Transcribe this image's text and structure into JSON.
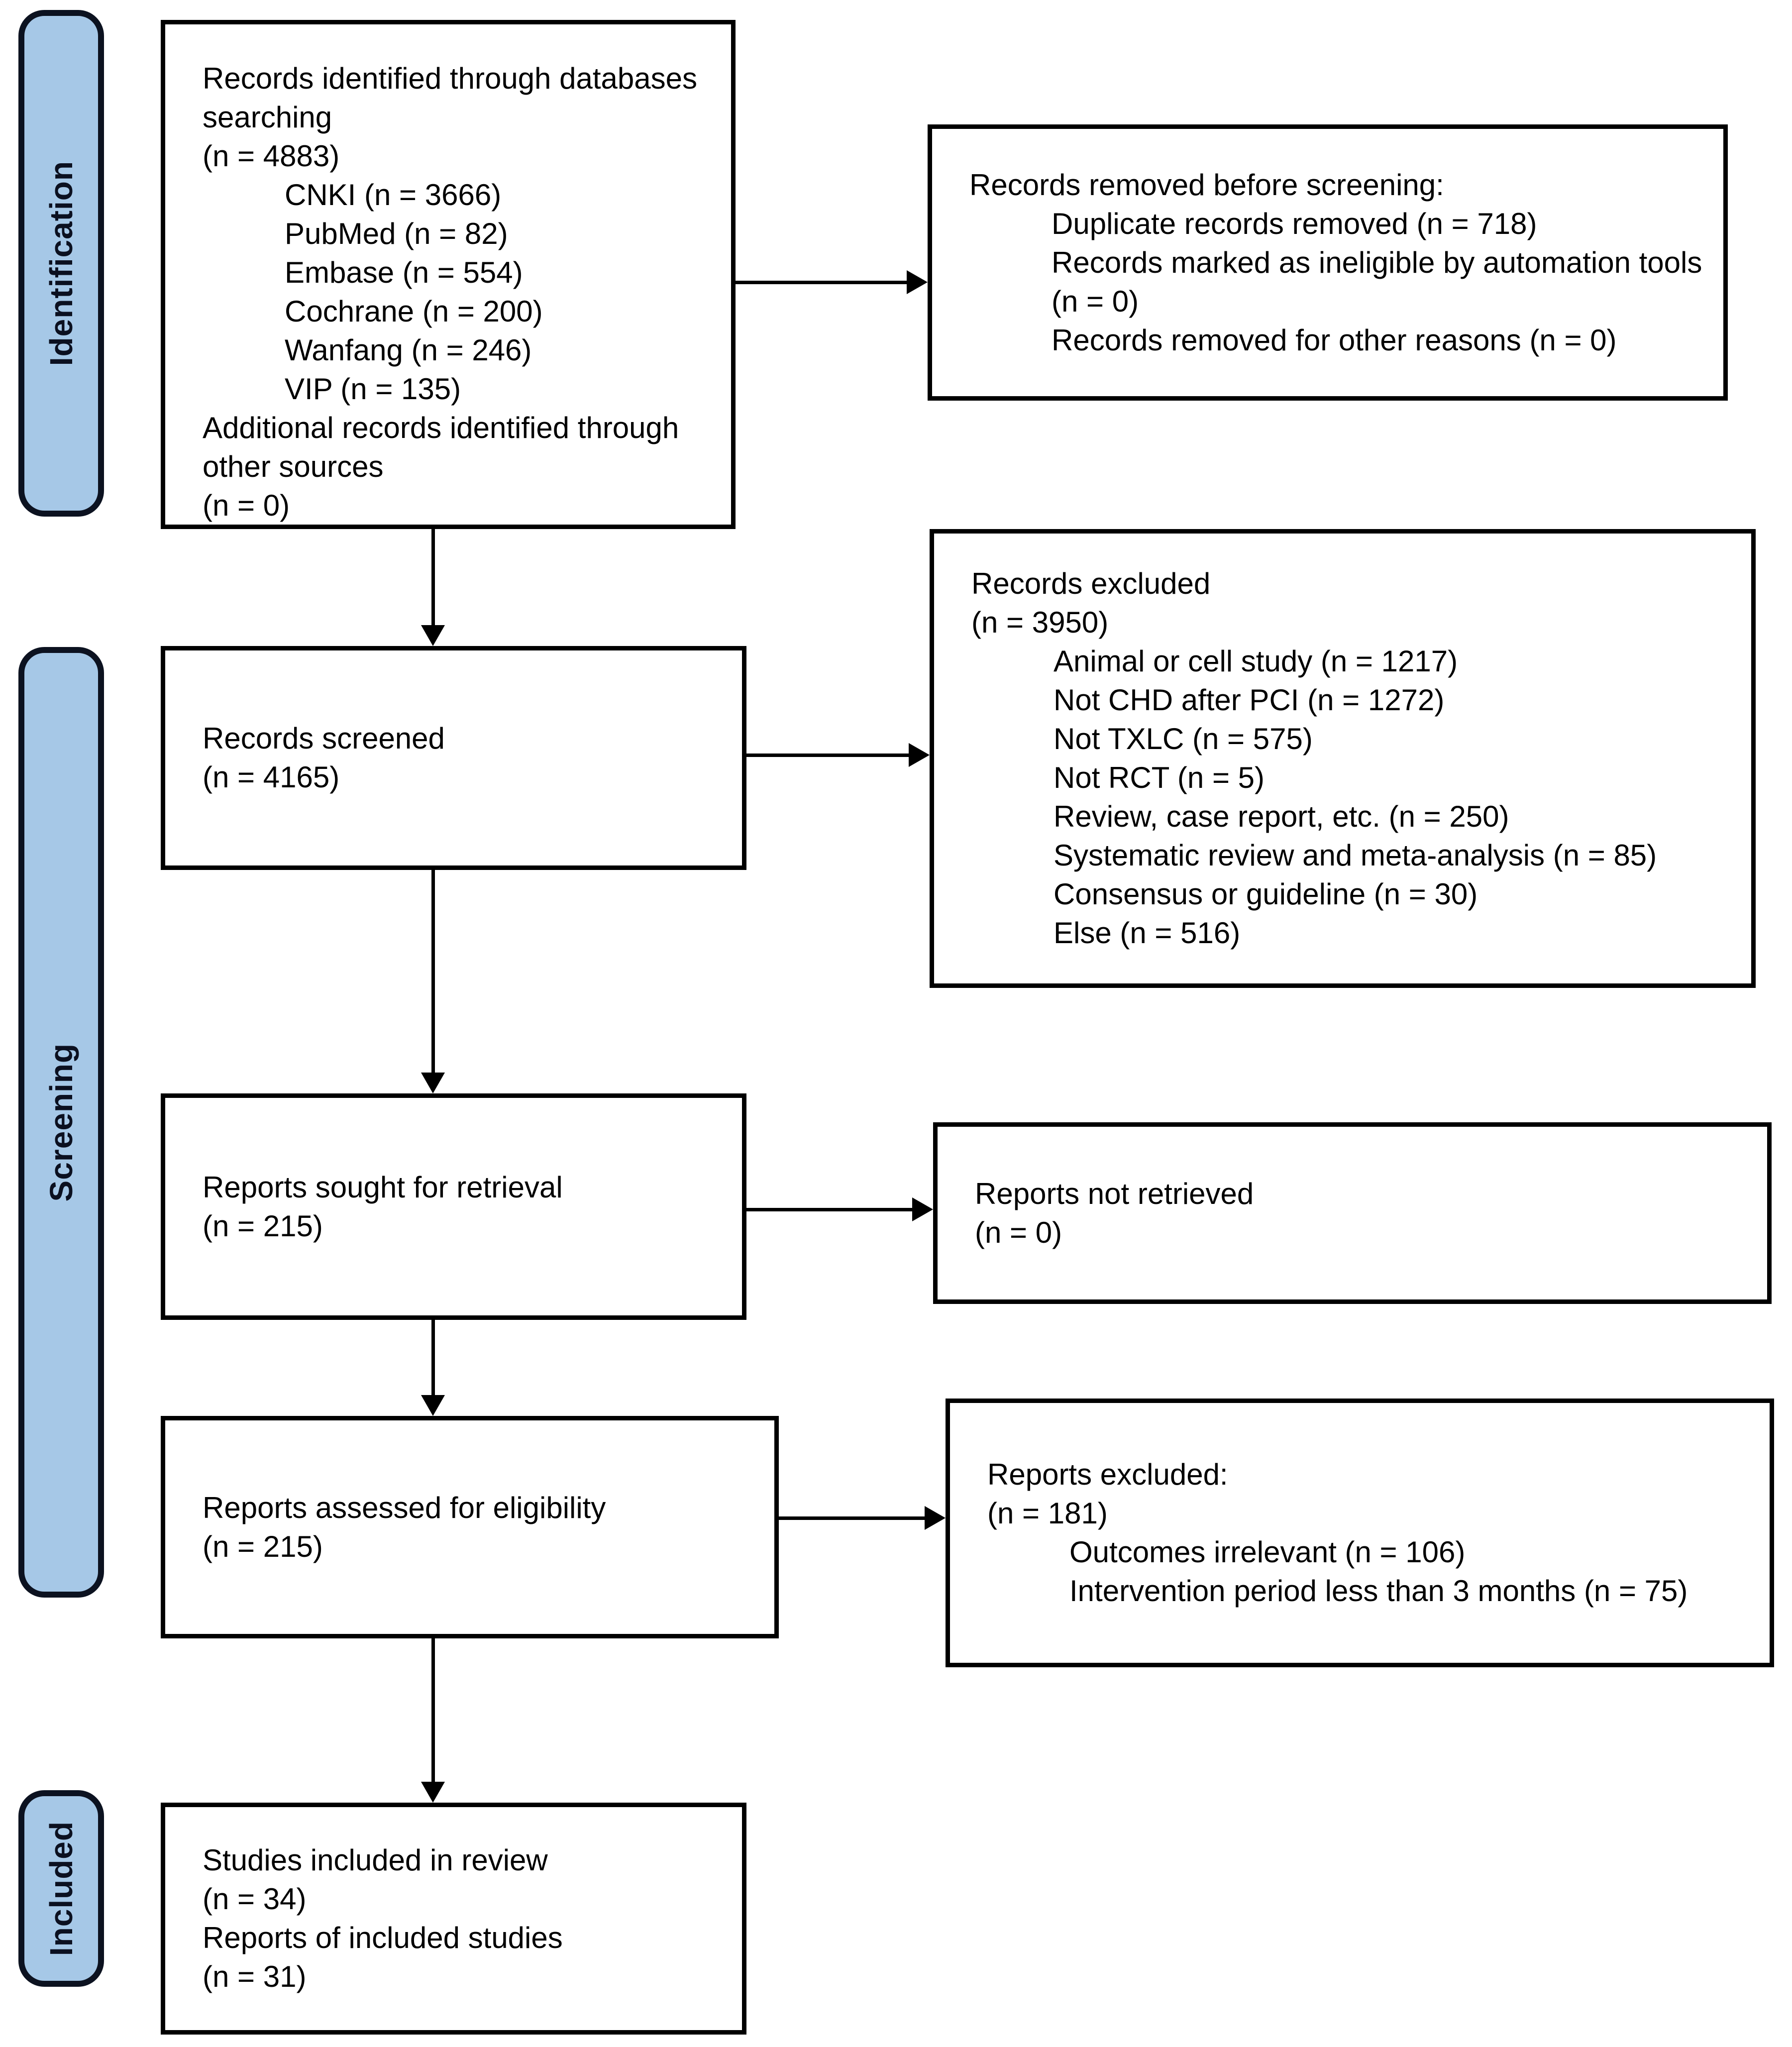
{
  "colors": {
    "stage_fill": "#a6c8e7",
    "stage_border": "#0c1220",
    "box_border": "#000000",
    "text_color": "#000000",
    "arrow_color": "#000000"
  },
  "stages": {
    "identification": "Identification",
    "screening": "Screening",
    "included": "Included"
  },
  "boxes": {
    "identified": {
      "lines": [
        "Records identified through databases searching",
        "(n = 4883)",
        "CNKI (n = 3666)",
        "PubMed (n = 82)",
        "Embase (n = 554)",
        "Cochrane (n = 200)",
        "Wanfang (n = 246)",
        "VIP (n = 135)",
        "Additional records identified through other sources",
        "(n = 0)"
      ]
    },
    "removed": {
      "lines": [
        "Records removed before screening:",
        "Duplicate records removed (n = 718)",
        "Records marked as ineligible by automation tools (n = 0)",
        "Records removed for other reasons (n = 0)"
      ]
    },
    "screened": {
      "lines": [
        "Records screened",
        "(n = 4165)"
      ]
    },
    "excluded": {
      "lines": [
        "Records excluded",
        "(n = 3950)",
        "Animal or cell study (n = 1217)",
        "Not CHD after PCI (n = 1272)",
        "Not TXLC (n = 575)",
        "Not RCT (n = 5)",
        "Review, case report, etc. (n = 250)",
        "Systematic review and meta-analysis (n = 85)",
        "Consensus or guideline (n = 30)",
        "Else (n = 516)"
      ]
    },
    "sought": {
      "lines": [
        "Reports sought for retrieval",
        "(n = 215)"
      ]
    },
    "not_retrieved": {
      "lines": [
        "Reports not retrieved",
        "(n = 0)"
      ]
    },
    "assessed": {
      "lines": [
        "Reports assessed for eligibility",
        "(n = 215)"
      ]
    },
    "reports_excluded": {
      "lines": [
        "Reports excluded:",
        "(n = 181)",
        "Outcomes irrelevant (n = 106)",
        "Intervention period less than 3 months (n = 75)"
      ]
    },
    "included_studies": {
      "lines": [
        "Studies included in review",
        "(n = 34)",
        "Reports of included studies",
        "(n = 31)"
      ]
    }
  }
}
